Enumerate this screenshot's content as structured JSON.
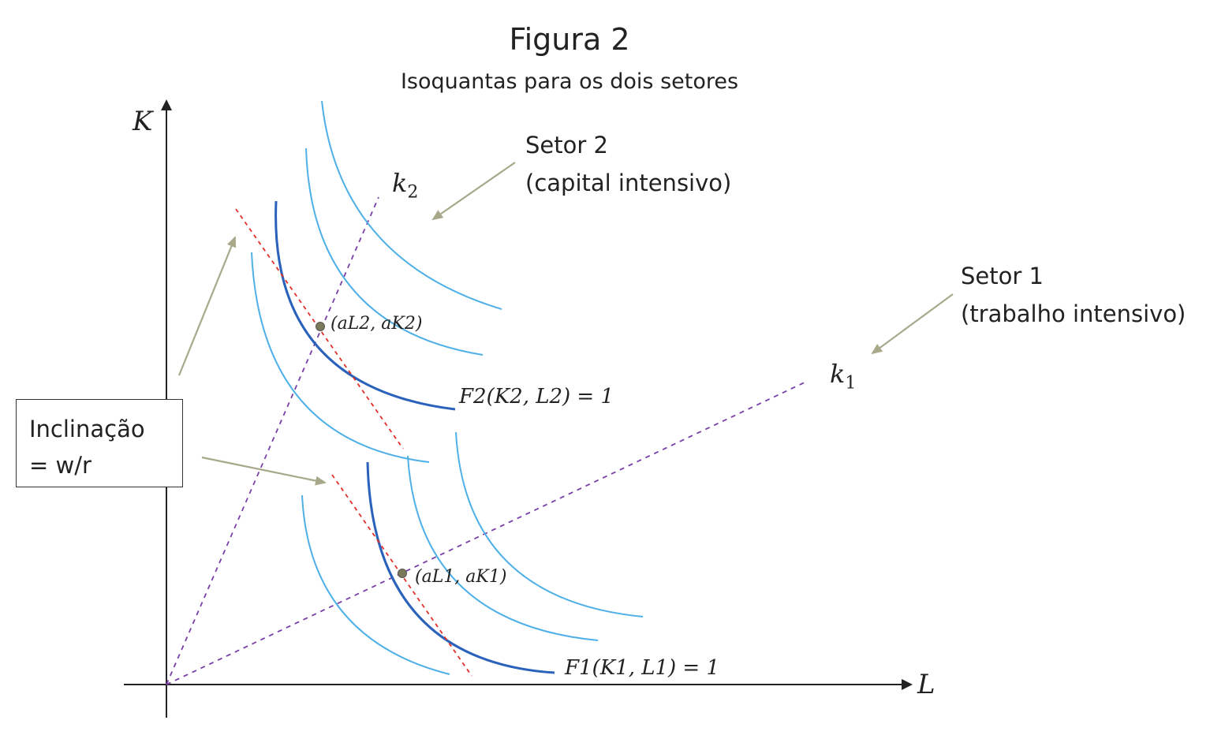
{
  "figure": {
    "title": "Figura 2",
    "subtitle": "Isoquantas para os dois setores"
  },
  "axes": {
    "y_label": "K",
    "x_label": "L"
  },
  "rays": {
    "k2_main": "k",
    "k2_sub": "2",
    "k1_main": "k",
    "k1_sub": "1"
  },
  "sector2": {
    "line1": "Setor 2",
    "line2": "(capital intensivo)"
  },
  "sector1": {
    "line1": "Setor 1",
    "line2": "(trabalho intensivo)"
  },
  "slope_box": {
    "line1": "Inclinação",
    "line2": "= w/r"
  },
  "points": {
    "p2": "(aL2, aK2)",
    "p1": "(aL1, aK1)"
  },
  "isoquants": {
    "f2": "F2(K2, L2) = 1",
    "f1": "F1(K1, L1) = 1"
  },
  "colors": {
    "isoquant_light": "#4fb0e8",
    "isoquant_dark": "#2a62bb",
    "ray": "#7a3fa8",
    "tangent": "#e0302a",
    "arrow": "#a8a88a",
    "point": "#7a7a5a",
    "axis": "#222222"
  }
}
